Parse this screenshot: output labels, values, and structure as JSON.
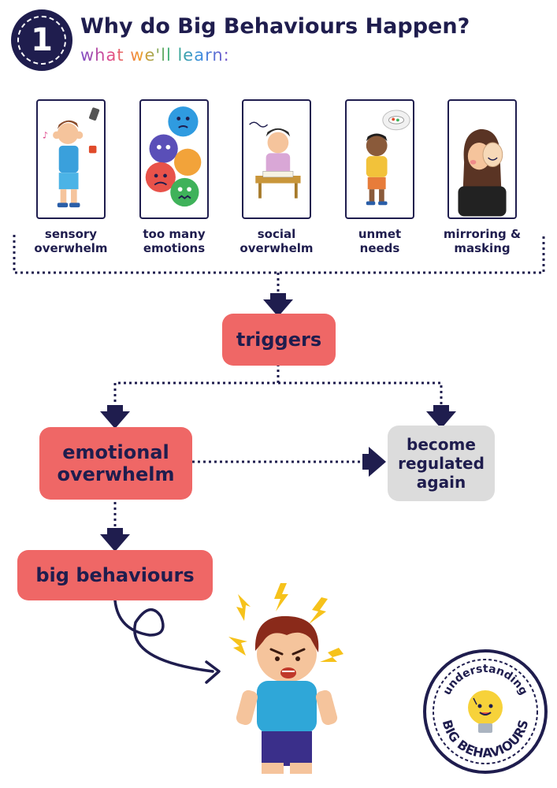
{
  "header": {
    "number": "1",
    "title": "Why do Big Behaviours Happen?",
    "subtitle": "what we'll learn:"
  },
  "causes": [
    {
      "line1": "sensory",
      "line2": "overwhelm",
      "icon": "child-covering-ears-icon"
    },
    {
      "line1": "too many",
      "line2": "emotions",
      "icon": "emotion-faces-icon"
    },
    {
      "line1": "social",
      "line2": "overwhelm",
      "icon": "stressed-student-icon"
    },
    {
      "line1": "unmet",
      "line2": "needs",
      "icon": "hungry-child-icon"
    },
    {
      "line1": "mirroring &",
      "line2": "masking",
      "icon": "woman-with-mask-icon"
    }
  ],
  "flow": {
    "triggers": "triggers",
    "emotional_line1": "emotional",
    "emotional_line2": "overwhelm",
    "regulated_line1": "become",
    "regulated_line2": "regulated",
    "regulated_line3": "again",
    "big_behaviours": "big behaviours"
  },
  "badge": {
    "top_text": "understanding",
    "bottom_text": "BIG BEHAVIOURS"
  },
  "colors": {
    "navy": "#1f1d4e",
    "box_red": "#ef6766",
    "box_grey": "#dcdcdc"
  }
}
